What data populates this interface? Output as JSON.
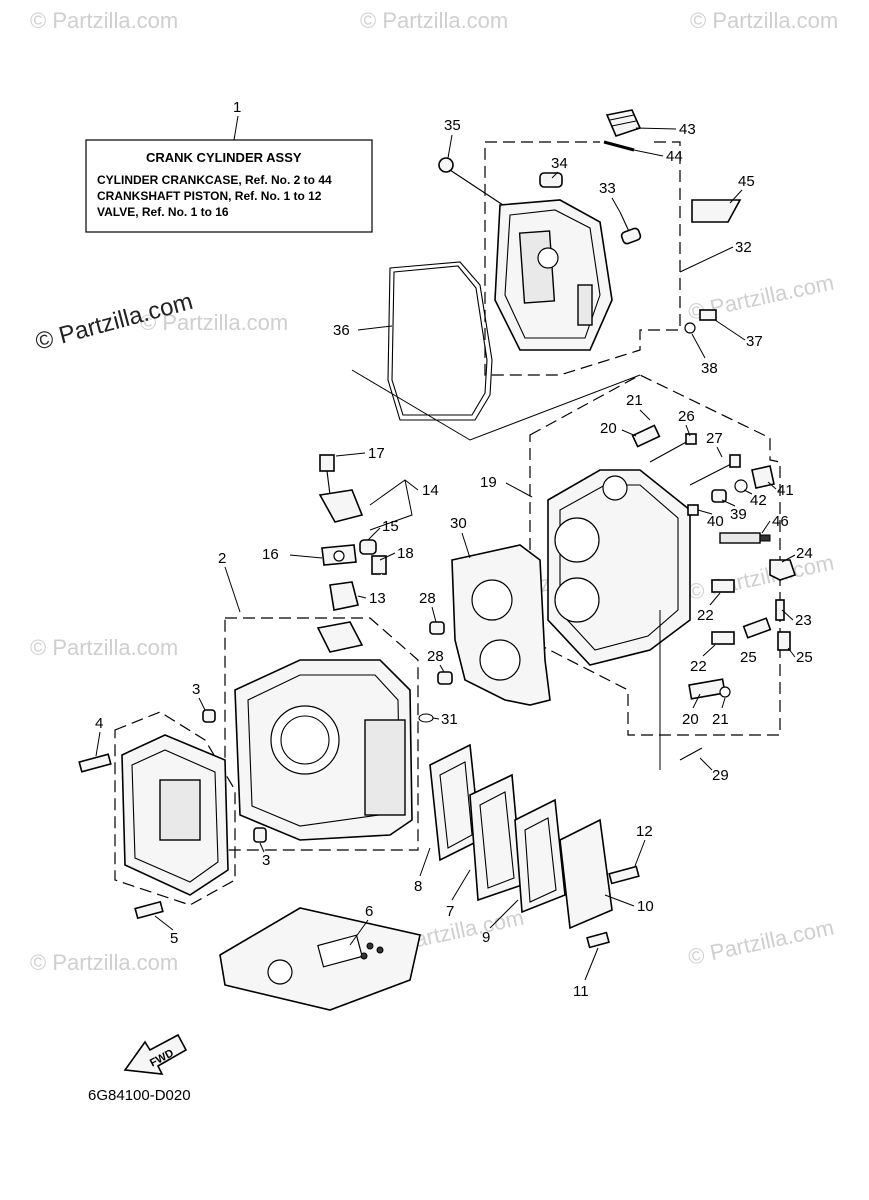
{
  "watermarks": {
    "small": "© Partzilla.com",
    "large": "© Partzilla.com"
  },
  "info_box": {
    "ref_number": "1",
    "title": "CRANK CYLINDER ASSY",
    "lines": [
      "CYLINDER CRANKCASE, Ref. No. 2 to 44",
      "CRANKSHAFT PISTON, Ref. No. 1 to 12",
      "VALVE, Ref. No. 1 to 16"
    ]
  },
  "fwd_label": "FWD",
  "diagram_code": "6G84100-D020",
  "callouts": [
    "2",
    "3",
    "3",
    "4",
    "5",
    "6",
    "7",
    "8",
    "9",
    "10",
    "11",
    "12",
    "13",
    "14",
    "15",
    "16",
    "17",
    "18",
    "19",
    "20",
    "20",
    "21",
    "21",
    "22",
    "22",
    "23",
    "24",
    "25",
    "25",
    "26",
    "27",
    "28",
    "28",
    "29",
    "30",
    "31",
    "32",
    "33",
    "34",
    "35",
    "36",
    "37",
    "38",
    "39",
    "40",
    "41",
    "42",
    "43",
    "44",
    "45",
    "46"
  ]
}
